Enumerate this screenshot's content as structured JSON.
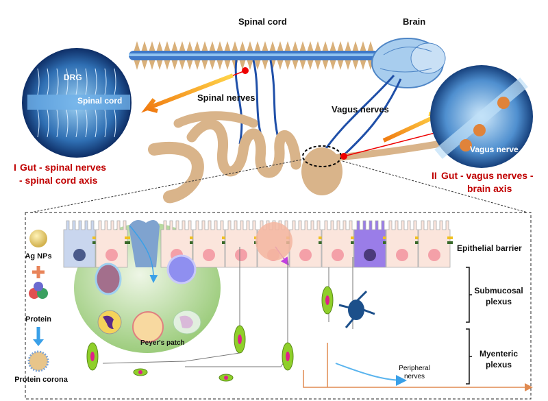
{
  "top": {
    "spinal_cord": "Spinal cord",
    "brain": "Brain",
    "spinal_nerves": "Spinal nerves",
    "vagus_nerves": "Vagus nerves",
    "inset_left": {
      "drg": "DRG",
      "spinal_cord": "Spinal cord"
    },
    "inset_right": {
      "vagus_nerve": "Vagus nerve"
    },
    "axis_1": {
      "numeral": "I",
      "line1": "Gut - spinal nerves",
      "line2": "- spinal cord axis"
    },
    "axis_2": {
      "numeral": "II",
      "line1": "Gut - vagus nerves -",
      "line2": "brain axis"
    }
  },
  "bottom": {
    "legend": {
      "ag_nps": "Ag NPs",
      "protein": "Protein",
      "protein_corona": "Protein corona"
    },
    "peyers_patch": "Peyer's patch",
    "peripheral_nerves_1": "Peripheral",
    "peripheral_nerves_2": "nerves",
    "layers": {
      "epithelial": "Epithelial barrier",
      "submucosal_1": "Submucosal",
      "submucosal_2": "plexus",
      "myenteric_1": "Myenteric",
      "myenteric_2": "plexus"
    }
  },
  "colors": {
    "axis_label": "#c00000",
    "nerve": "#1f4fa8",
    "arrow": "#f39c12",
    "gut": "#d9b48a",
    "peyers_patch": "#a9d18e",
    "myenteric_nerve": "#e08a50"
  }
}
